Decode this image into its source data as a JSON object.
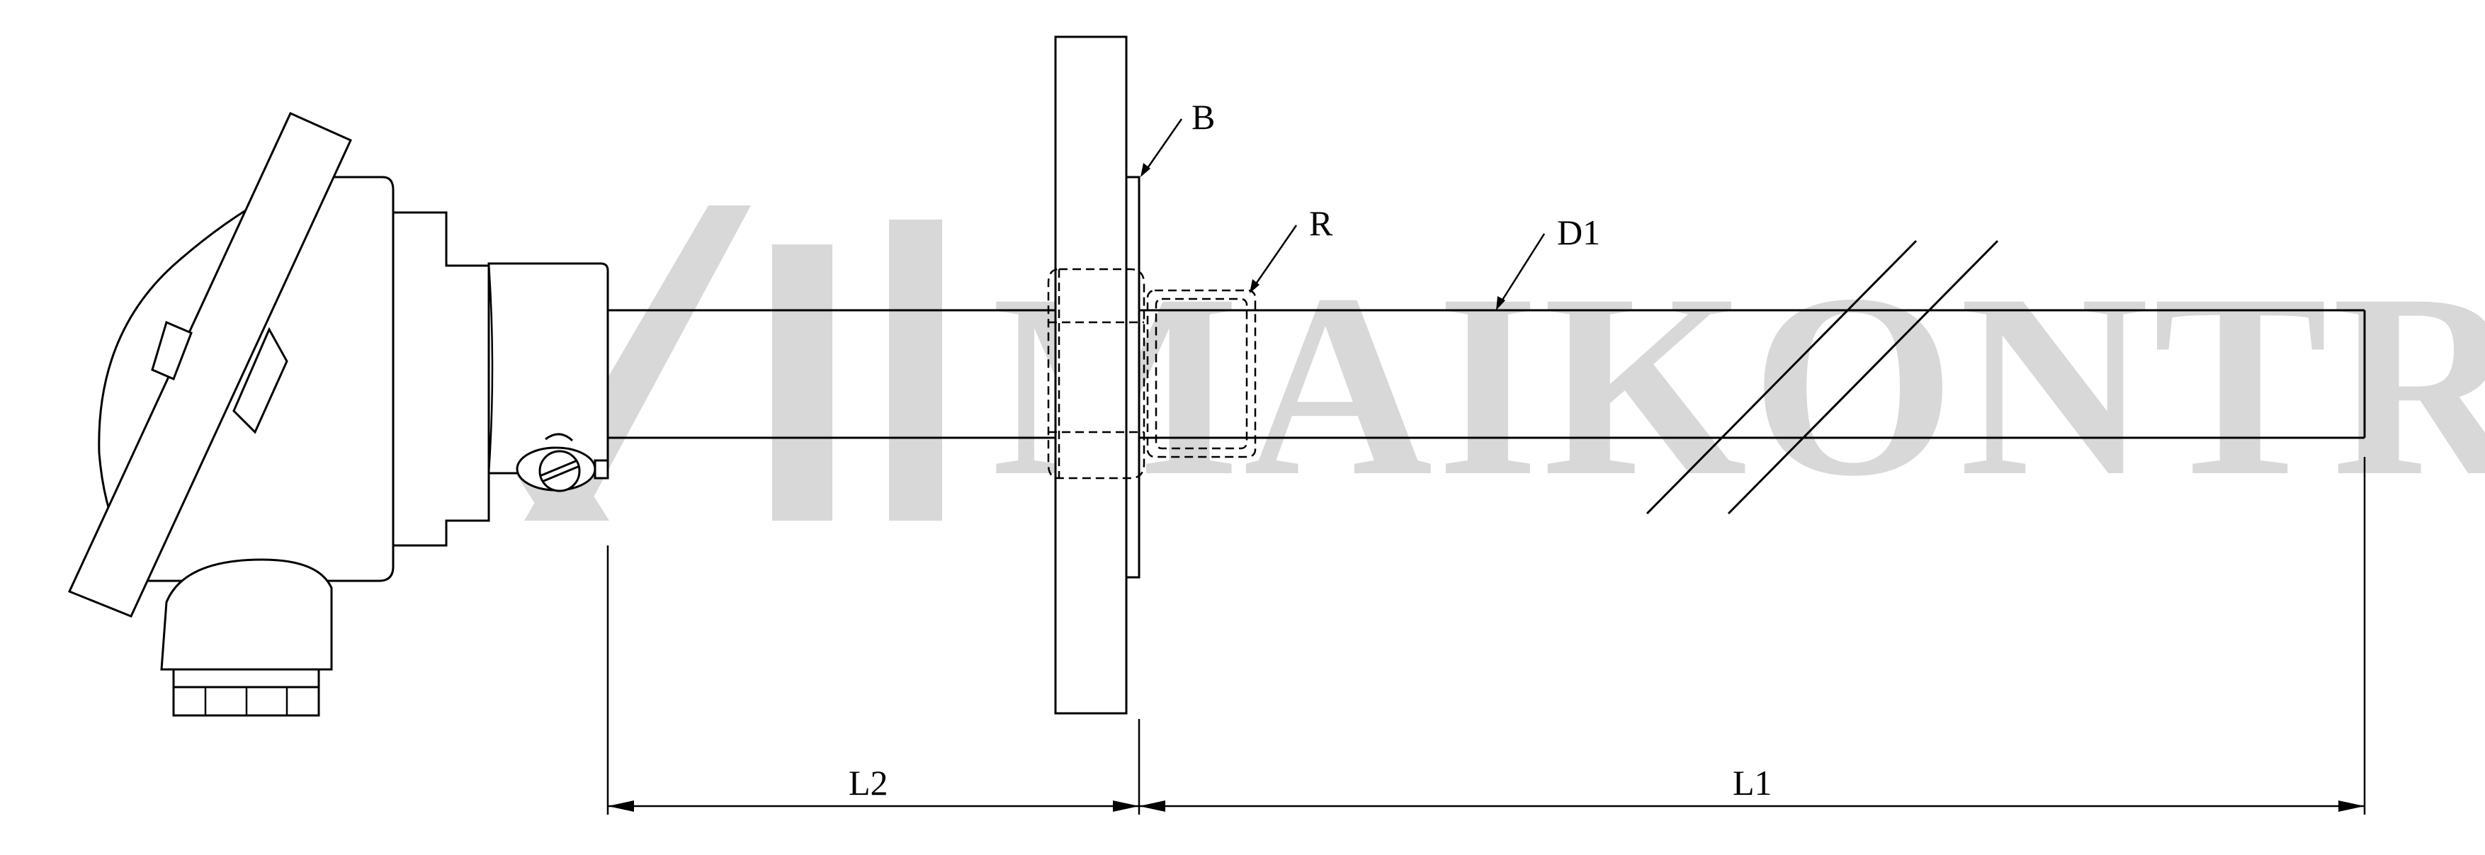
{
  "watermark": {
    "text": "MAIKONTROL",
    "color": "#d8d8d8"
  },
  "labels": {
    "b": "B",
    "r": "R",
    "d1": "D1",
    "l2": "L2",
    "l1": "L1"
  },
  "colors": {
    "line": "#000000",
    "background": "#ffffff"
  }
}
